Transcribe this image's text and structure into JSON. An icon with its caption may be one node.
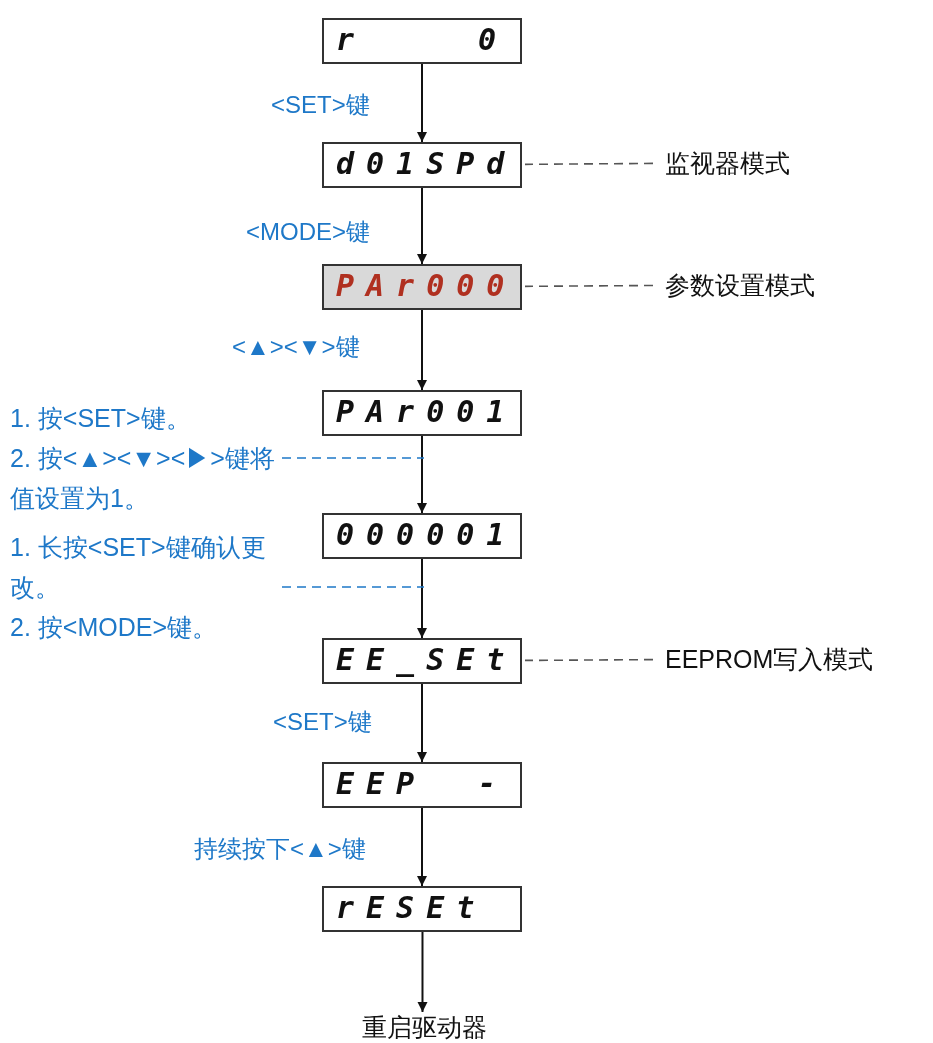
{
  "diagram": {
    "nodes": [
      {
        "text": [
          "r 0"
        ]
      },
      {
        "text": [
          "d01SPd"
        ]
      },
      {
        "text": [
          "监视器模式"
        ]
      },
      {
        "text": [
          "PAr000"
        ]
      },
      {
        "text": [
          "参数设置模式"
        ]
      },
      {
        "text": [
          "PAr001"
        ]
      },
      {
        "text": [
          "1. 按<SET>键。",
          "2. 按<▲><▼><▶>键将值设置为1。"
        ]
      },
      {
        "text": [
          "000001"
        ]
      },
      {
        "text": [
          "1. 长按<SET>键确认更改。",
          "2. 按<MODE>键。"
        ]
      },
      {
        "text": [
          "EE_SEt"
        ]
      },
      {
        "text": [
          "EEPROM写入模式"
        ]
      },
      {
        "text": [
          "EEP -"
        ]
      },
      {
        "text": [
          "rESEt"
        ]
      },
      {
        "text": [
          "重启驱动器"
        ]
      }
    ],
    "edges": [
      {
        "from": 0,
        "to": 1,
        "arrow": "to",
        "label": "<SET>键"
      },
      {
        "from": 1,
        "to": 3,
        "arrow": "to",
        "label": "<MODE>键"
      },
      {
        "from": 3,
        "to": 5,
        "arrow": "to",
        "label": "<▲><▼>键"
      },
      {
        "from": 5,
        "to": 7,
        "arrow": "to"
      },
      {
        "from": 7,
        "to": 9,
        "arrow": "to"
      },
      {
        "from": 9,
        "to": 11,
        "arrow": "to",
        "label": "<SET>键"
      },
      {
        "from": 11,
        "to": 12,
        "arrow": "to",
        "label": "持续按下<▲>键"
      },
      {
        "from": 12,
        "to": 13,
        "arrow": "to"
      },
      {
        "from": 2,
        "to": 1,
        "arrow": "none",
        "style": "dashed",
        "color": "#555555"
      },
      {
        "from": 4,
        "to": 3,
        "arrow": "none",
        "style": "dashed",
        "color": "#555555"
      },
      {
        "from": 10,
        "to": 9,
        "arrow": "none",
        "style": "dashed",
        "color": "#555555"
      },
      {
        "from": 6,
        "to": null,
        "arrow": "none",
        "style": "dashed",
        "color": "#1e78c8"
      },
      {
        "from": 8,
        "to": null,
        "arrow": "none",
        "style": "dashed",
        "color": "#1e78c8"
      }
    ]
  }
}
